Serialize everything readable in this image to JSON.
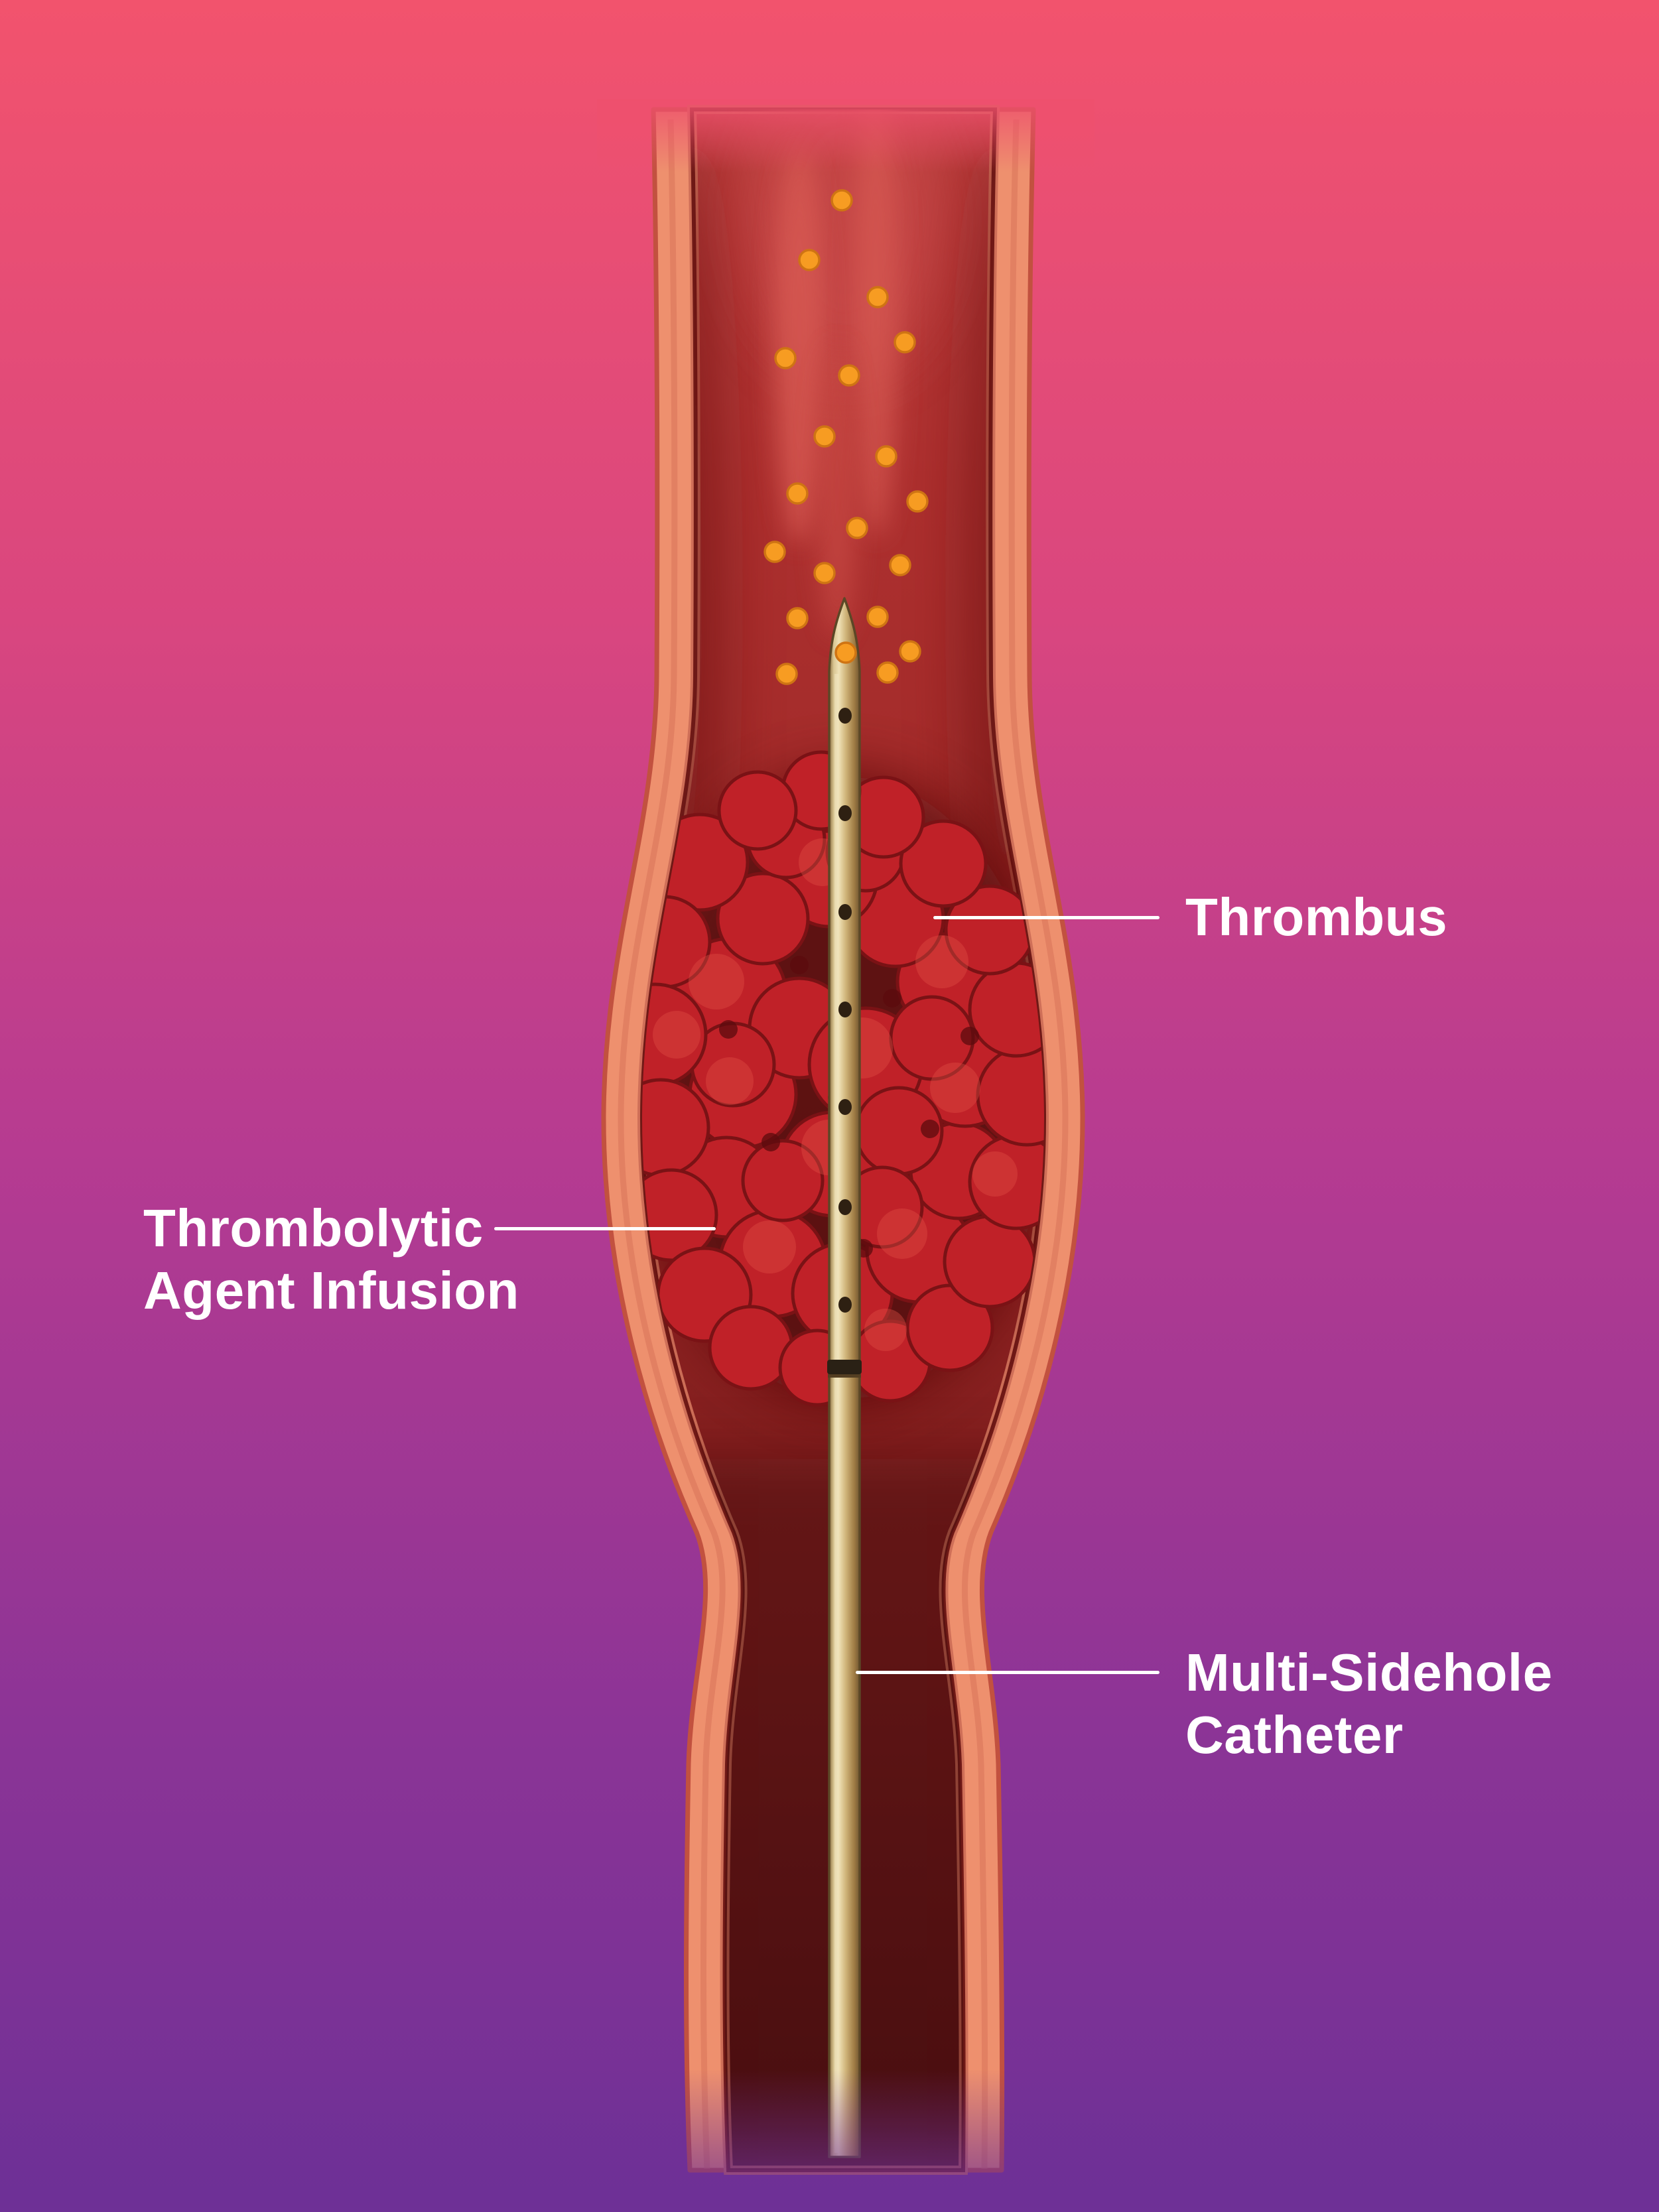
{
  "labels": {
    "thrombus": "Thrombus",
    "thrombolytic_line1": "Thrombolytic",
    "thrombolytic_line2": "Agent Infusion",
    "catheter_line1": "Multi-Sidehole",
    "catheter_line2": "Catheter"
  },
  "colors": {
    "background_top": "#f2536d",
    "background_middle": "#b63b91",
    "background_bottom": "#6e3096",
    "vessel_wall": "#ee906e",
    "vessel_outline": "#c2513f",
    "lumen_blood": "#9c2827",
    "thrombus_fill": "#c02128",
    "thrombus_outline": "#7a1215",
    "catheter_body": "#cfb379",
    "catheter_outline": "#5c4726",
    "sidehole": "#2e2012",
    "agent_dot": "#f79c22",
    "agent_dot_outline": "#cf7413",
    "label_text": "#ffffff"
  }
}
